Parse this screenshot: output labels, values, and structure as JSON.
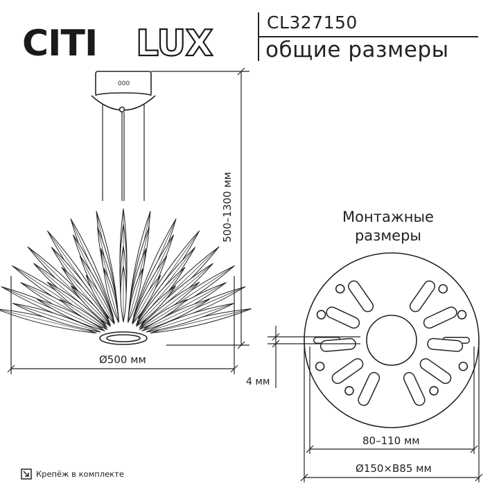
{
  "header": {
    "brand_part1": "CITI",
    "brand_part2": "LUX",
    "model_code": "CL327150",
    "subtitle": "общие размеры"
  },
  "main_drawing": {
    "height_label": "500–1300 мм",
    "diameter_label": "Ø500 мм",
    "canopy_marking": "000"
  },
  "mounting": {
    "title": "Монтажные\nразмеры",
    "slot_gap_label": "4 мм",
    "hole_spacing_label": "80–110 мм",
    "base_label": "Ø150×B85 мм"
  },
  "footer": {
    "text": "Крепёж в комплекте",
    "icon": "mount-kit-icon"
  },
  "colors": {
    "line": "#222222",
    "background": "#ffffff"
  }
}
